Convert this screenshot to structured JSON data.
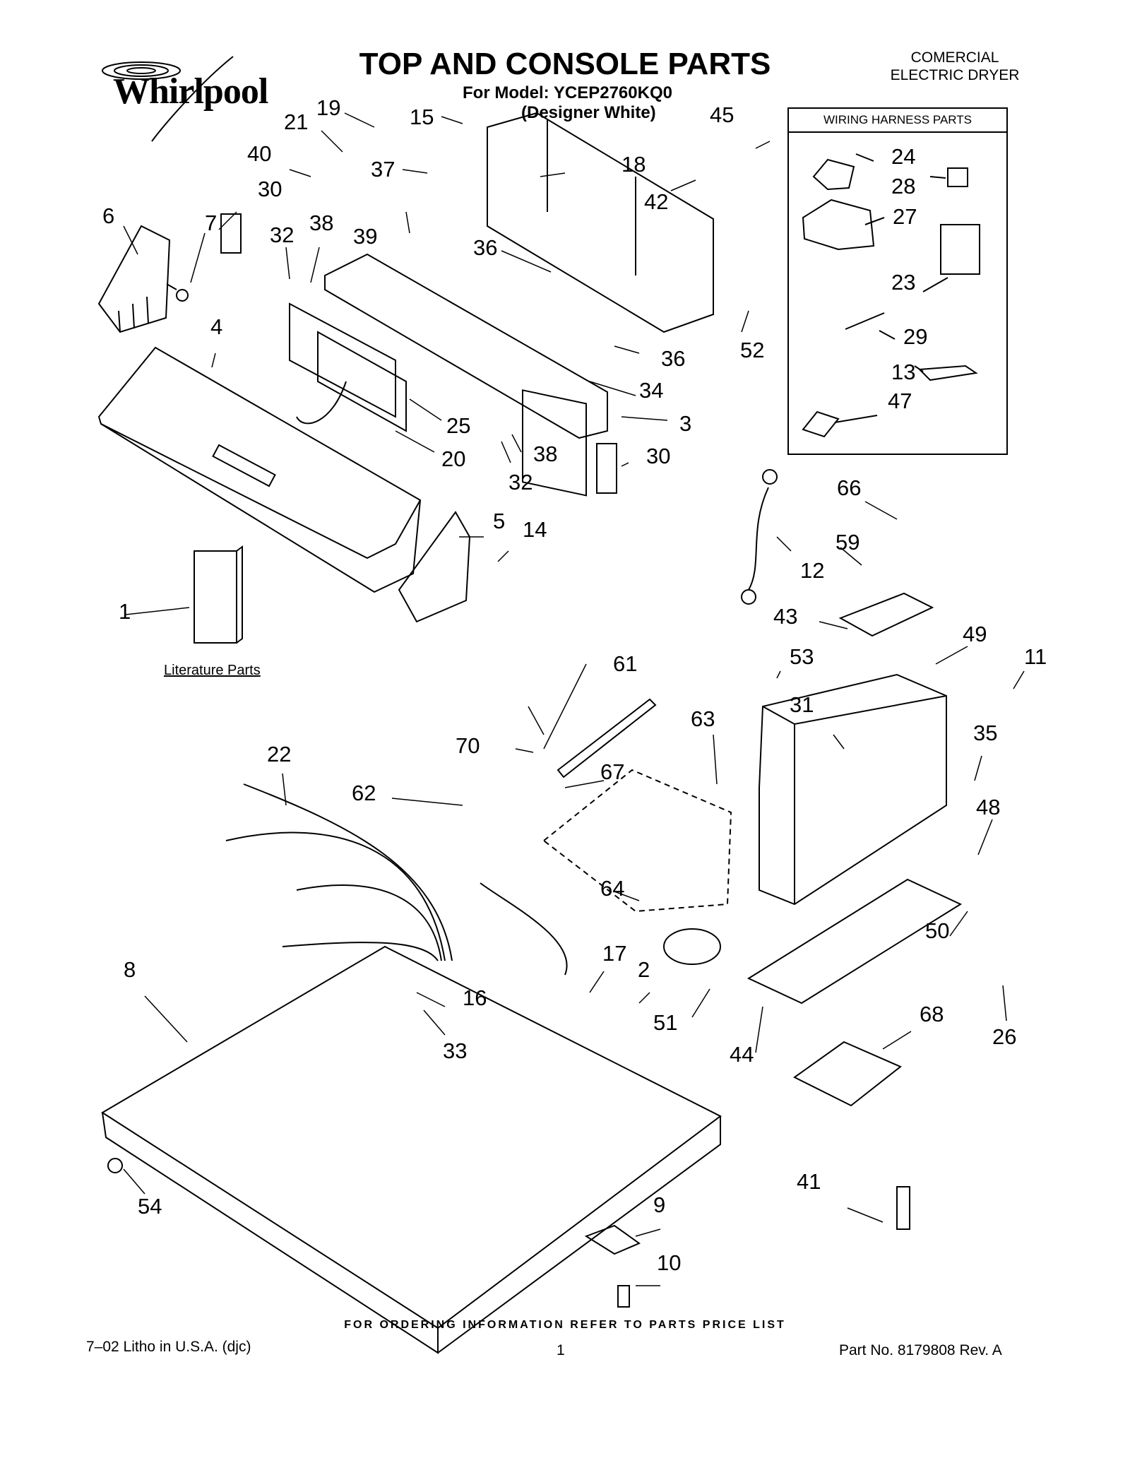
{
  "header": {
    "brand": "Whirlpool",
    "title": "TOP AND CONSOLE PARTS",
    "model_line": "For Model: YCEP2760KQ0",
    "color_line": "(Designer White)",
    "corner_line1": "COMERCIAL",
    "corner_line2": "ELECTRIC DRYER"
  },
  "wiring_harness": {
    "title": "WIRING HARNESS PARTS",
    "callouts": [
      "24",
      "28",
      "27",
      "23",
      "29",
      "13",
      "47"
    ]
  },
  "literature_label": "Literature Parts",
  "callouts": {
    "c19": "19",
    "c21": "21",
    "c15": "15",
    "c45": "45",
    "c40": "40",
    "c37": "37",
    "c18": "18",
    "c30a": "30",
    "c42": "42",
    "c6": "6",
    "c7": "7",
    "c32a": "32",
    "c38a": "38",
    "c39": "39",
    "c36a": "36",
    "c52": "52",
    "c4": "4",
    "c36b": "36",
    "c34": "34",
    "c3": "3",
    "c25": "25",
    "c20": "20",
    "c38b": "38",
    "c32b": "32",
    "c30b": "30",
    "c66": "66",
    "c5": "5",
    "c14": "14",
    "c59": "59",
    "c12": "12",
    "c1": "1",
    "c43": "43",
    "c49": "49",
    "c61": "61",
    "c53": "53",
    "c11": "11",
    "c31": "31",
    "c63": "63",
    "c70": "70",
    "c35": "35",
    "c22": "22",
    "c67": "67",
    "c62": "62",
    "c48": "48",
    "c64": "64",
    "c50": "50",
    "c8": "8",
    "c17": "17",
    "c2": "2",
    "c16": "16",
    "c51": "51",
    "c44": "44",
    "c68": "68",
    "c26": "26",
    "c33": "33",
    "c41": "41",
    "c54": "54",
    "c9": "9",
    "c10": "10"
  },
  "footer": {
    "ordering": "FOR ORDERING INFORMATION REFER TO PARTS PRICE LIST",
    "litho": "7–02 Litho in U.S.A. (djc)",
    "page": "1",
    "part_no": "Part No. 8179808 Rev. A"
  }
}
